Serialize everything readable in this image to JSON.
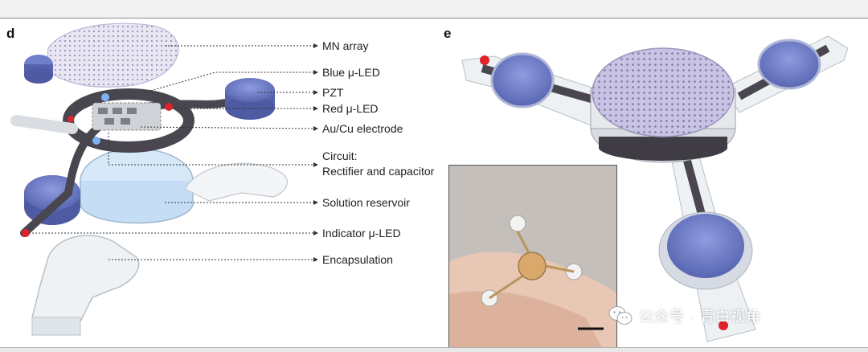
{
  "panels": {
    "left_letter": "d",
    "right_letter": "e"
  },
  "labels": {
    "mn_array": "MN array",
    "blue_led": "Blue μ-LED",
    "pzt": "PZT",
    "red_led": "Red μ-LED",
    "electrode": "Au/Cu electrode",
    "circuit_line1": "Circuit:",
    "circuit_line2": "Rectifier and capacitor",
    "reservoir": "Solution reservoir",
    "indicator_led": "Indicator μ-LED",
    "encapsulation": "Encapsulation"
  },
  "watermark": {
    "text": "公众号 · 青白视角",
    "icon": "wechat-icon"
  },
  "colors": {
    "pzt_blue": "#6f7fc9",
    "circuit_dark": "#4a4650",
    "led_red": "#e0222a",
    "led_blue": "#7fb2f0",
    "reservoir": "#cfe3f7"
  }
}
